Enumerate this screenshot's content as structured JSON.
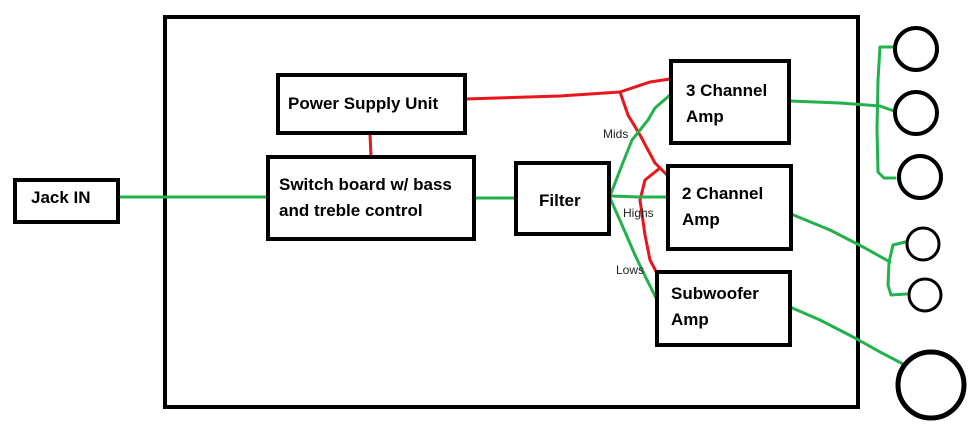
{
  "colors": {
    "power": "#e8151b",
    "signal": "#22b14c",
    "outline": "#000000",
    "background": "#ffffff"
  },
  "blocks": {
    "jack": "Jack IN",
    "psu": "Power Supply Unit",
    "switch": [
      "Switch board w/ bass",
      "and treble control"
    ],
    "filter": "Filter",
    "amp3": [
      "3 Channel",
      "Amp"
    ],
    "amp2": [
      "2 Channel",
      "Amp"
    ],
    "sub": [
      "Subwoofer",
      "Amp"
    ]
  },
  "bands": {
    "mids": "Mids",
    "highs": "Highs",
    "lows": "Lows"
  },
  "speakers": {
    "three_channel": 3,
    "two_channel": 2,
    "subwoofer": 1
  }
}
